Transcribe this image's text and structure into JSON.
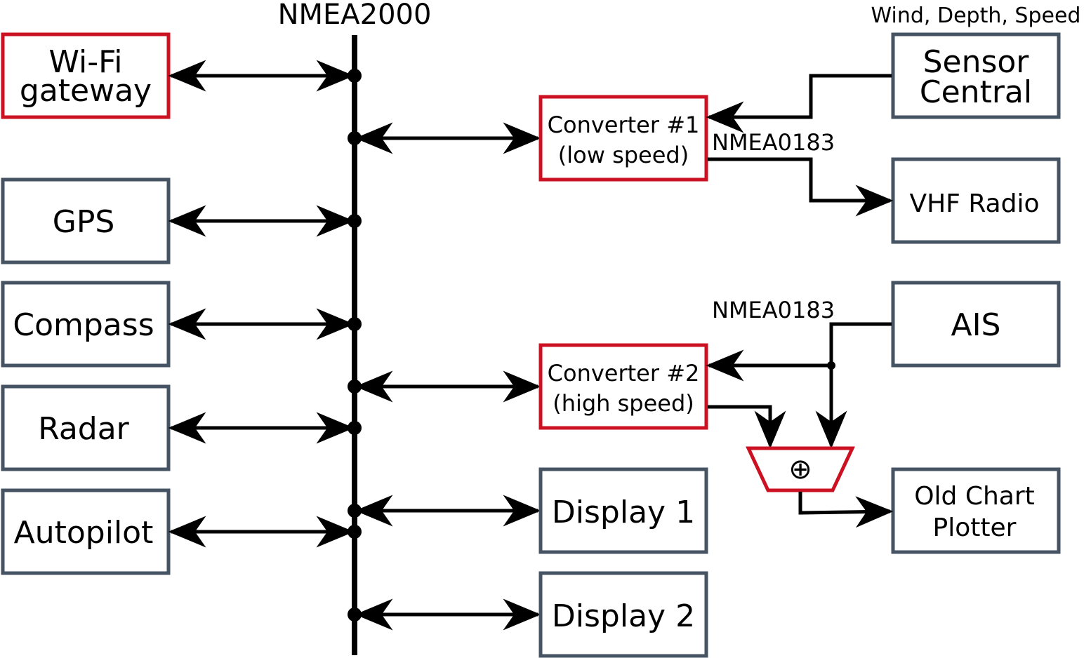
{
  "bus_title": "NMEA2000",
  "colors": {
    "device_border": "#465362",
    "converter_border": "#cc1122",
    "wire": "#000000"
  },
  "left_devices": {
    "wifi_line1": "Wi-Fi",
    "wifi_line2": "gateway",
    "gps": "GPS",
    "compass": "Compass",
    "radar": "Radar",
    "autopilot": "Autopilot"
  },
  "converters": {
    "c1_line1": "Converter #1",
    "c1_line2": "(low speed)",
    "c2_line1": "Converter #2",
    "c2_line2": "(high speed)"
  },
  "displays": {
    "d1": "Display 1",
    "d2": "Display 2"
  },
  "right_devices": {
    "sensor_line1": "Sensor",
    "sensor_line2": "Central",
    "sensor_caption": "Wind, Depth, Speed",
    "vhf": "VHF Radio",
    "ais": "AIS",
    "plotter_line1": "Old Chart",
    "plotter_line2": "Plotter"
  },
  "link_labels": {
    "nmea0183_top": "NMEA0183",
    "nmea0183_bottom": "NMEA0183"
  },
  "merger_symbol": "⊕"
}
